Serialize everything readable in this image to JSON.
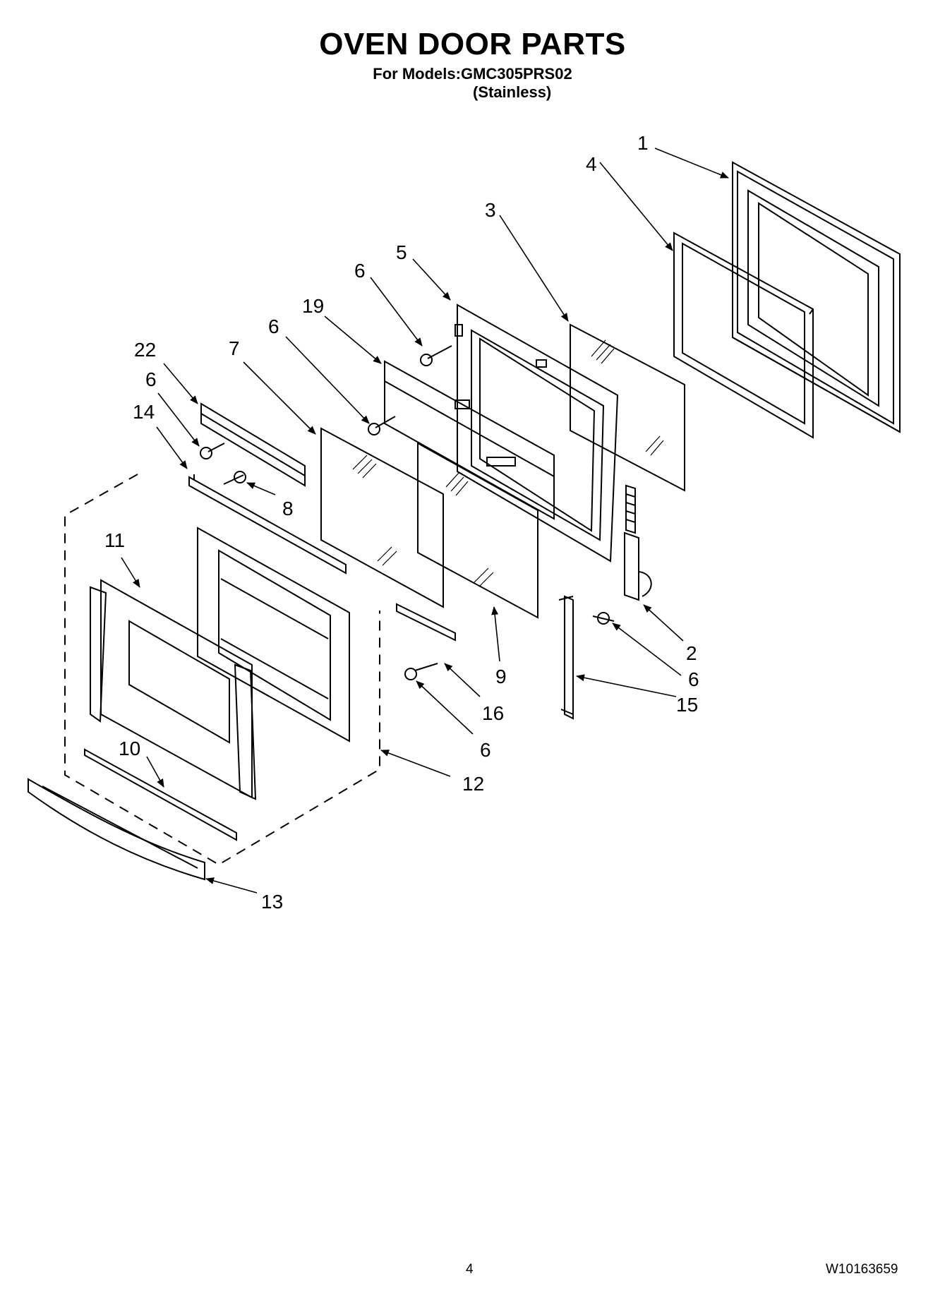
{
  "header": {
    "title": "OVEN DOOR PARTS",
    "models_line": "For Models:GMC305PRS02",
    "finish_line": "(Stainless)"
  },
  "footer": {
    "page_number": "4",
    "document_number": "W10163659"
  },
  "callouts": {
    "c1": "1",
    "c4": "4",
    "c3": "3",
    "c5": "5",
    "c6a": "6",
    "c19": "19",
    "c6b": "6",
    "c7": "7",
    "c22": "22",
    "c6c": "6",
    "c14": "14",
    "c8": "8",
    "c11": "11",
    "c2": "2",
    "c6d": "6",
    "c15": "15",
    "c9": "9",
    "c16": "16",
    "c6e": "6",
    "c10": "10",
    "c12": "12",
    "c13": "13"
  }
}
